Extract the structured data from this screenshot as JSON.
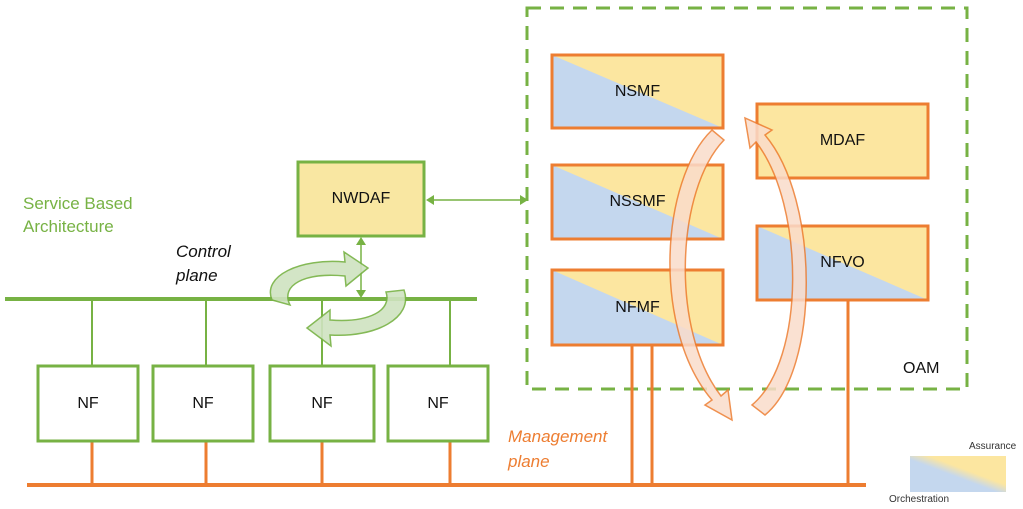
{
  "colors": {
    "green": "#77b244",
    "orange": "#ed7d31",
    "yellow_fill": "#fce6a0",
    "blue_fill": "#c4d7ee",
    "nwdaf_fill": "#f9e7a2"
  },
  "labels": {
    "service_based_architecture": [
      "Service Based",
      "Architecture"
    ],
    "control_plane": [
      "Control",
      "plane"
    ],
    "management_plane": [
      "Management",
      "plane"
    ],
    "oam": "OAM"
  },
  "boxes": {
    "nwdaf": "NWDAF",
    "nsmf": "NSMF",
    "nssmf": "NSSMF",
    "nfmf": "NFMF",
    "mdaf": "MDAF",
    "nfvo": "NFVO",
    "nf": [
      "NF",
      "NF",
      "NF",
      "NF"
    ]
  },
  "legend": {
    "assurance": "Assurance",
    "orchestration": "Orchestration"
  }
}
